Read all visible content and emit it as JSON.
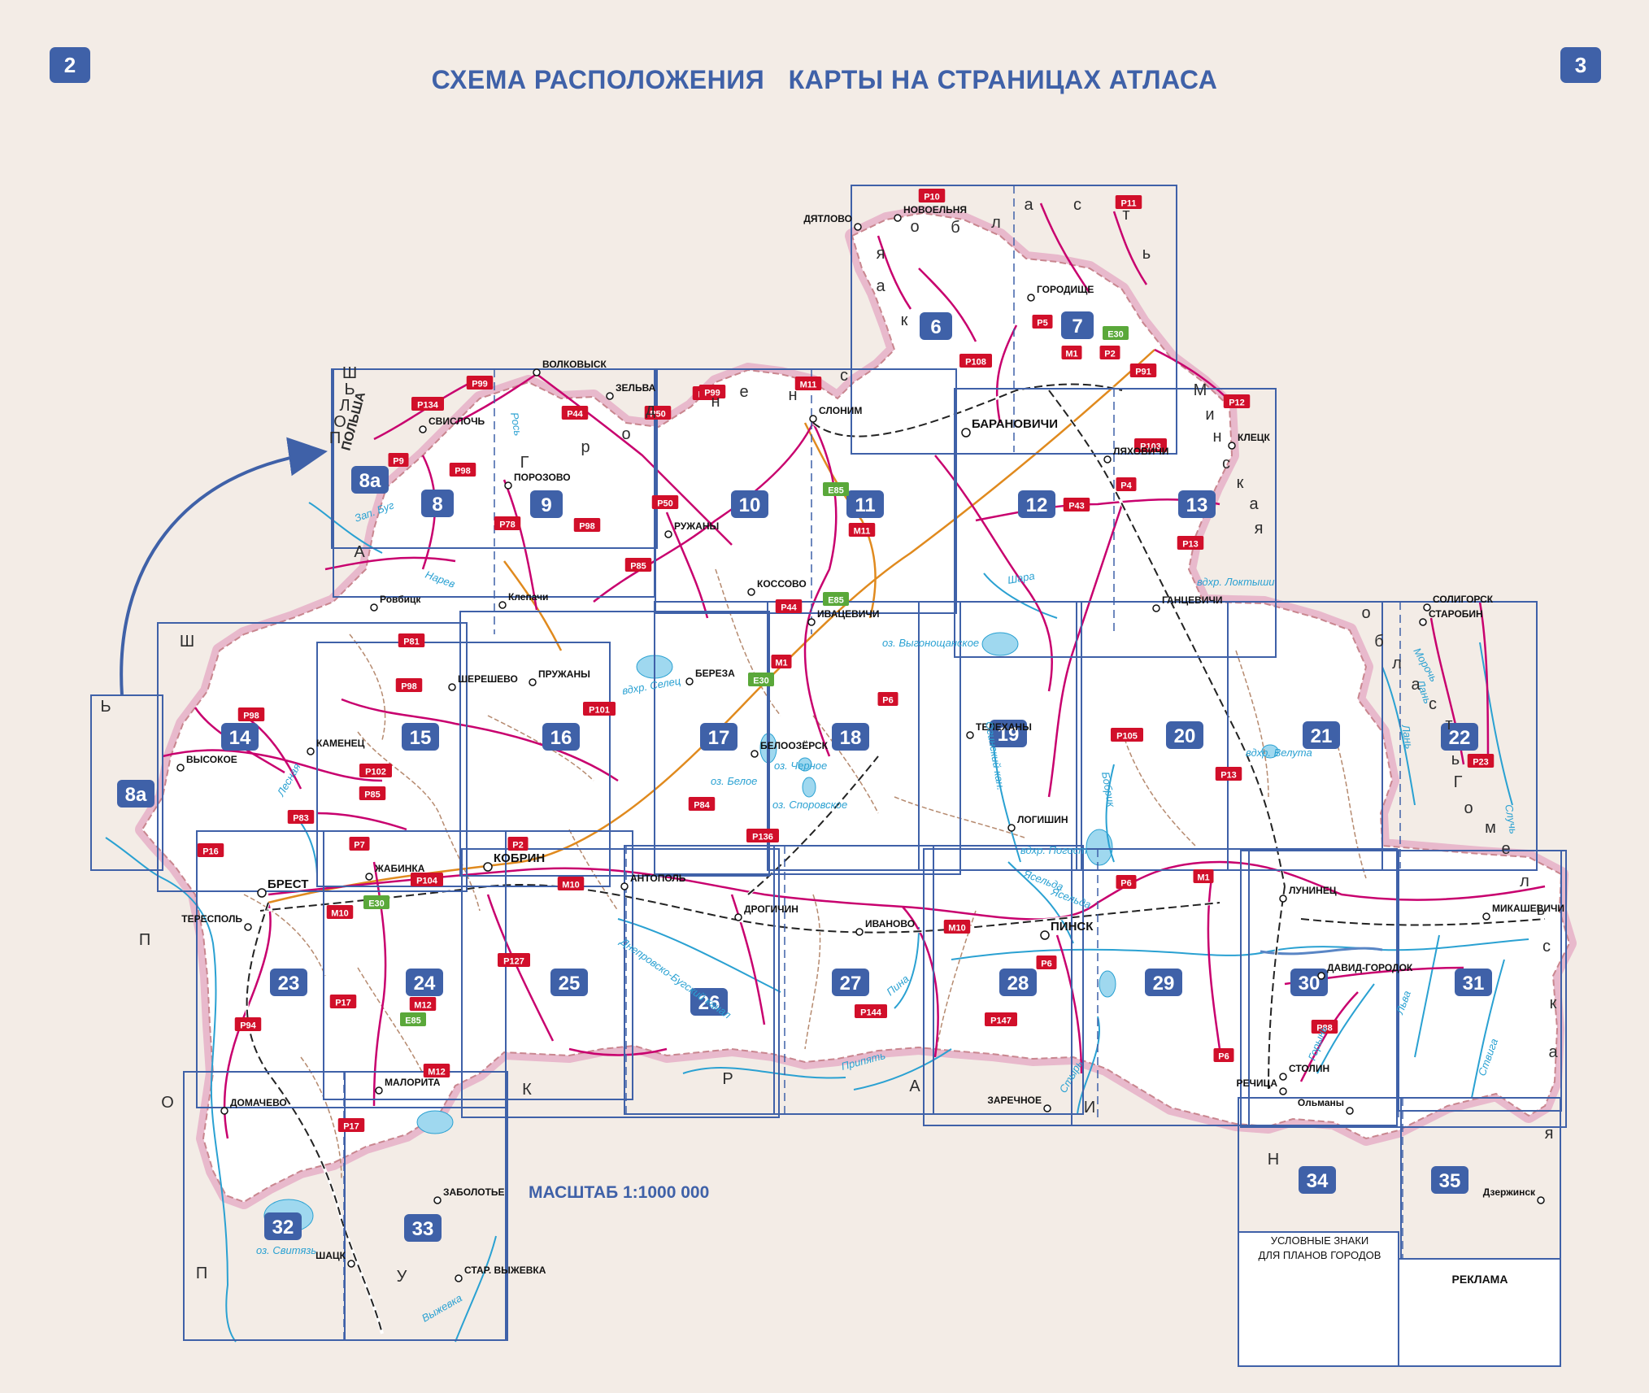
{
  "header": {
    "left_page": "2",
    "right_page": "3",
    "title_part1": "СХЕМА РАСПОЛОЖЕНИЯ",
    "title_part2": "КАРТЫ НА СТРАНИЦАХ АТЛАСА"
  },
  "scale_label": "МАСШТАБ 1:1000 000",
  "colors": {
    "background": "#f3ece6",
    "land": "#ffffff",
    "frame": "#3f61a8",
    "badge": "#3f61a8",
    "border_halo": "#e8b9cc",
    "road_main": "#c8006e",
    "road_orange": "#e08a1e",
    "rail": "#222222",
    "water": "#2aa1d2",
    "route_red": "#d10f2a",
    "route_green": "#5aa83a"
  },
  "sheets": [
    {
      "label": "2",
      "key": "p2"
    },
    {
      "label": "6"
    },
    {
      "label": "7"
    },
    {
      "label": "8а"
    },
    {
      "label": "8"
    },
    {
      "label": "9"
    },
    {
      "label": "10"
    },
    {
      "label": "11"
    },
    {
      "label": "12"
    },
    {
      "label": "13"
    },
    {
      "label": "14"
    },
    {
      "label": "8а"
    },
    {
      "label": "15"
    },
    {
      "label": "16"
    },
    {
      "label": "17"
    },
    {
      "label": "18"
    },
    {
      "label": "19"
    },
    {
      "label": "20"
    },
    {
      "label": "21"
    },
    {
      "label": "22"
    },
    {
      "label": "23"
    },
    {
      "label": "24"
    },
    {
      "label": "25"
    },
    {
      "label": "26"
    },
    {
      "label": "27"
    },
    {
      "label": "28"
    },
    {
      "label": "29"
    },
    {
      "label": "30"
    },
    {
      "label": "31"
    },
    {
      "label": "32"
    },
    {
      "label": "33"
    },
    {
      "label": "34"
    },
    {
      "label": "35"
    }
  ],
  "cities": [
    "ДЯТЛОВО",
    "НОВОЕЛЬНЯ",
    "ГОРОДИЩЕ",
    "БАРАНОВИЧИ",
    "ЛЯХОВИЧИ",
    "КЛЕЦК",
    "ВОЛКОВЫСК",
    "ЗЕЛЬВА",
    "СЛОНИМ",
    "СВИСЛОЧЬ",
    "ПОРОЗОВО",
    "РУЖАНЫ",
    "КОССОВО",
    "ИВАЦЕВИЧИ",
    "ГАНЦЕВИЧИ",
    "СОЛИГОРСК",
    "СТАРОБИН",
    "Ровбицк",
    "Клепачи",
    "ШЕРЕШЕВО",
    "ПРУЖАНЫ",
    "БЕРЕЗА",
    "БЕЛООЗЁРСК",
    "ТЕЛЕХАНЫ",
    "ВЫСОКОЕ",
    "КАМЕНЕЦ",
    "ЛОГИШИН",
    "БРЕСТ",
    "ЖАБИНКА",
    "КОБРИН",
    "АНТОПОЛЬ",
    "ТЕРЕСПОЛЬ",
    "ДРОГИЧИН",
    "ИВАНОВО",
    "ПИНСК",
    "ЛУНИНЕЦ",
    "МИКАШЕВИЧИ",
    "ДАВИД-ГОРОДОК",
    "СТОЛИН",
    "Ольманы",
    "РЕЧИЦА",
    "ЗАРЕЧНОЕ",
    "МАЛОРИТА",
    "ДОМАЧЕВО",
    "ЗАБОЛОТЬЕ",
    "ШАЦК",
    "СТАР. ВЫЖЕВКА",
    "Дзержинск"
  ],
  "water_labels": [
    "Зап. Буг",
    "Нарев",
    "Рось",
    "Ясельда",
    "Шара",
    "оз. Выгонощанское",
    "вдхр. Селец",
    "оз. Черное",
    "оз. Белое",
    "оз. Споровское",
    "Огинский кан.",
    "вдхр. Погост",
    "Ясельда",
    "Бобрик",
    "вдхр. Велута",
    "вдхр. Локтыши",
    "Лань",
    "Морочь",
    "Случь",
    "Днепровско-Бугский канал",
    "Пина",
    "Припять",
    "Стырь",
    "Горынь",
    "Льва",
    "Ствига",
    "Лесная",
    "оз. Свитязь",
    "Выжевка",
    "Лань"
  ],
  "route_labels": [
    "Р10",
    "Р11",
    "Р5",
    "Р108",
    "Р2",
    "М1",
    "Р91",
    "Р12",
    "Р103",
    "Р4",
    "Р43",
    "Р13",
    "Р99",
    "Р134",
    "Р9",
    "Р98",
    "Р44",
    "Р78",
    "Р98",
    "Р50",
    "Р41",
    "М11",
    "Р99",
    "Р50",
    "Р85",
    "М11",
    "Р44",
    "Р81",
    "Р98",
    "Р101",
    "М1",
    "Р6",
    "Р105",
    "Р13",
    "Р23",
    "Р98",
    "Р102",
    "Р85",
    "Р83",
    "Р16",
    "Р7",
    "Р104",
    "Р2",
    "М10",
    "Р84",
    "Р136",
    "Р6",
    "М10",
    "М1",
    "М10",
    "Р127",
    "Р144",
    "Р6",
    "Р147",
    "Р88",
    "Р6",
    "Р17",
    "Р94",
    "М12",
    "М12",
    "Р17"
  ],
  "green_route_labels": [
    "Е30",
    "Е85",
    "Е85",
    "Е30",
    "Е30",
    "Е85"
  ],
  "region_labels": [
    "о",
    "б",
    "л",
    "а",
    "с",
    "т",
    "ь",
    "к",
    "а",
    "я",
    "Г",
    "р",
    "о",
    "д",
    "н",
    "е",
    "н",
    "с",
    "П",
    "О",
    "Л",
    "Ь",
    "Ш",
    "А",
    "Ь",
    "Ш",
    "П",
    "О",
    "П",
    "У",
    "К",
    "Р",
    "А",
    "И",
    "Н",
    "М",
    "и",
    "н",
    "с",
    "к",
    "а",
    "я",
    "о",
    "б",
    "л",
    "а",
    "с",
    "т",
    "ь",
    "Г",
    "о",
    "м",
    "е",
    "л",
    "ь",
    "с",
    "к",
    "а",
    "я"
  ],
  "country_label_poland": "ПОЛЬША",
  "legend_city_plans": "УСЛОВНЫЕ ЗНАКИ ДЛЯ ПЛАНОВ ГОРОДОВ",
  "legend_advertising": "РЕКЛАМА"
}
